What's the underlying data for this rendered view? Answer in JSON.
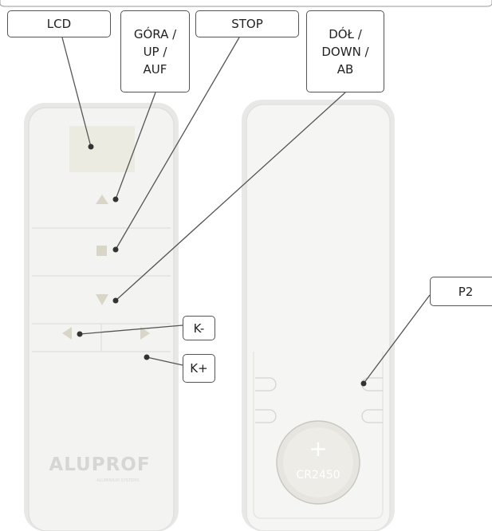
{
  "callouts": {
    "lcd": "LCD",
    "up": "GÓRA /\nUP /\nAUF",
    "stop": "STOP",
    "down": "DÓŁ /\nDOWN /\nAB",
    "k_minus": "K-",
    "k_plus": "K+",
    "p2": "P2"
  },
  "remote": {
    "brand": "ALUPROF",
    "brand_sub": "ALUMINIUM SYSTEMS"
  },
  "battery": {
    "plus": "+",
    "label": "CR2450"
  },
  "icons": {
    "up": "triangle-up-icon",
    "stop": "square-stop-icon",
    "down": "triangle-down-icon",
    "left": "triangle-left-icon",
    "right": "triangle-right-icon"
  },
  "colors": {
    "device_body": "#f1f1ef",
    "device_outline": "#e2e2e0",
    "lcd_screen": "#ecebe2",
    "icon_fill": "#d9d6c8",
    "leader_line": "#555555"
  }
}
